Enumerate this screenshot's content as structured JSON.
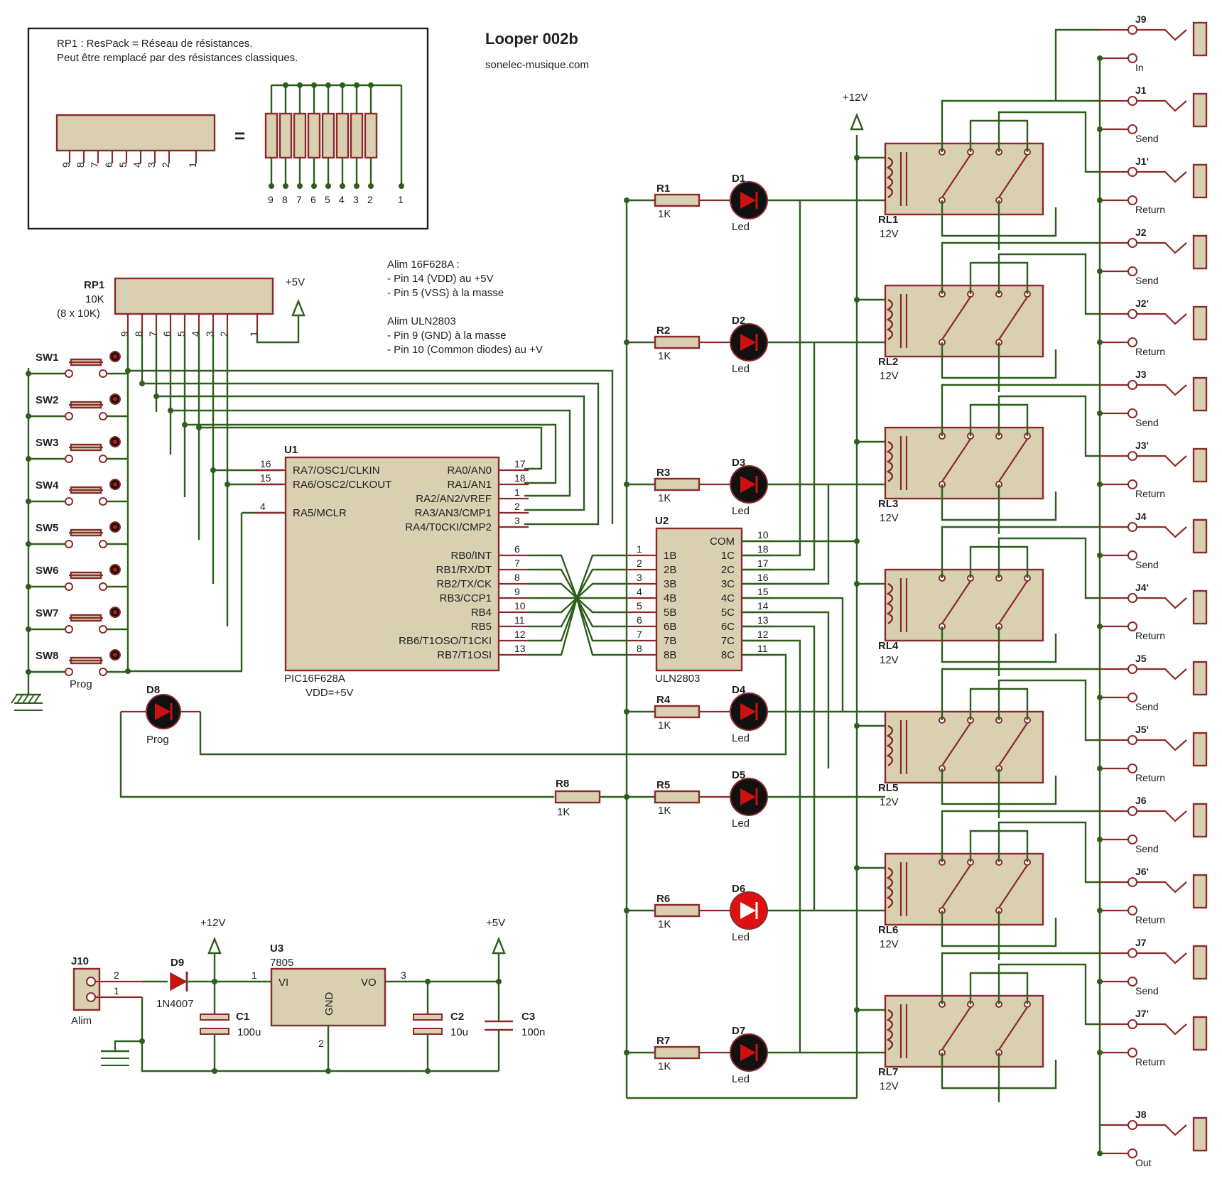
{
  "title": "Looper 002b",
  "website": "sonelec-musique.com",
  "legend": {
    "line1": "RP1 : ResPack = Réseau de résistances.",
    "line2": "Peut être remplacé par des résistances classiques.",
    "pins": [
      "9",
      "8",
      "7",
      "6",
      "5",
      "4",
      "3",
      "2",
      "1"
    ],
    "equals": "="
  },
  "notes": {
    "alim_pic": "Alim 16F628A :",
    "pic_vdd": "- Pin 14 (VDD) au +5V",
    "pic_vss": "- Pin 5 (VSS) à la masse",
    "alim_uln": "Alim ULN2803",
    "uln_gnd": "- Pin 9 (GND) à la masse",
    "uln_com": "- Pin 10 (Common diodes) au +V"
  },
  "rp1": {
    "ref": "RP1",
    "value": "10K",
    "detail": "(8 x 10K)",
    "supply": "+5V"
  },
  "switches": [
    "SW1",
    "SW2",
    "SW3",
    "SW4",
    "SW5",
    "SW6",
    "SW7",
    "SW8"
  ],
  "sw8_label": "Prog",
  "u1": {
    "ref": "U1",
    "part": "PIC16F628A",
    "vdd": "VDD=+5V",
    "left_pins": [
      {
        "num": "16",
        "name": "RA7/OSC1/CLKIN"
      },
      {
        "num": "15",
        "name": "RA6/OSC2/CLKOUT"
      },
      {
        "num": "4",
        "name": "RA5/MCLR"
      }
    ],
    "right_pins": [
      {
        "num": "17",
        "name": "RA0/AN0"
      },
      {
        "num": "18",
        "name": "RA1/AN1"
      },
      {
        "num": "1",
        "name": "RA2/AN2/VREF"
      },
      {
        "num": "2",
        "name": "RA3/AN3/CMP1"
      },
      {
        "num": "3",
        "name": "RA4/T0CKI/CMP2"
      },
      {
        "num": "6",
        "name": "RB0/INT"
      },
      {
        "num": "7",
        "name": "RB1/RX/DT"
      },
      {
        "num": "8",
        "name": "RB2/TX/CK"
      },
      {
        "num": "9",
        "name": "RB3/CCP1"
      },
      {
        "num": "10",
        "name": "RB4"
      },
      {
        "num": "11",
        "name": "RB5"
      },
      {
        "num": "12",
        "name": "RB6/T1OSO/T1CKI"
      },
      {
        "num": "13",
        "name": "RB7/T1OSI"
      }
    ]
  },
  "u2": {
    "ref": "U2",
    "part": "ULN2803",
    "left_pins": [
      {
        "num": "1",
        "name": "1B"
      },
      {
        "num": "2",
        "name": "2B"
      },
      {
        "num": "3",
        "name": "3B"
      },
      {
        "num": "4",
        "name": "4B"
      },
      {
        "num": "5",
        "name": "5B"
      },
      {
        "num": "6",
        "name": "6B"
      },
      {
        "num": "7",
        "name": "7B"
      },
      {
        "num": "8",
        "name": "8B"
      }
    ],
    "right_pins": [
      {
        "num": "10",
        "name": "COM"
      },
      {
        "num": "18",
        "name": "1C"
      },
      {
        "num": "17",
        "name": "2C"
      },
      {
        "num": "16",
        "name": "3C"
      },
      {
        "num": "15",
        "name": "4C"
      },
      {
        "num": "14",
        "name": "5C"
      },
      {
        "num": "13",
        "name": "6C"
      },
      {
        "num": "12",
        "name": "7C"
      },
      {
        "num": "11",
        "name": "8C"
      }
    ]
  },
  "resistors": [
    {
      "ref": "R1",
      "value": "1K"
    },
    {
      "ref": "R2",
      "value": "1K"
    },
    {
      "ref": "R3",
      "value": "1K"
    },
    {
      "ref": "R4",
      "value": "1K"
    },
    {
      "ref": "R5",
      "value": "1K"
    },
    {
      "ref": "R6",
      "value": "1K"
    },
    {
      "ref": "R7",
      "value": "1K"
    },
    {
      "ref": "R8",
      "value": "1K"
    }
  ],
  "leds": [
    {
      "ref": "D1",
      "value": "Led"
    },
    {
      "ref": "D2",
      "value": "Led"
    },
    {
      "ref": "D3",
      "value": "Led"
    },
    {
      "ref": "D4",
      "value": "Led"
    },
    {
      "ref": "D5",
      "value": "Led"
    },
    {
      "ref": "D6",
      "value": "Led"
    },
    {
      "ref": "D7",
      "value": "Led"
    }
  ],
  "d8": {
    "ref": "D8",
    "value": "Prog"
  },
  "relays": [
    {
      "ref": "RL1",
      "value": "12V"
    },
    {
      "ref": "RL2",
      "value": "12V"
    },
    {
      "ref": "RL3",
      "value": "12V"
    },
    {
      "ref": "RL4",
      "value": "12V"
    },
    {
      "ref": "RL5",
      "value": "12V"
    },
    {
      "ref": "RL6",
      "value": "12V"
    },
    {
      "ref": "RL7",
      "value": "12V"
    }
  ],
  "relay_supply": "+12V",
  "jacks": [
    {
      "ref": "J9",
      "label": "In"
    },
    {
      "ref": "J1",
      "label": "Send"
    },
    {
      "ref": "J1'",
      "label": "Return"
    },
    {
      "ref": "J2",
      "label": "Send"
    },
    {
      "ref": "J2'",
      "label": "Return"
    },
    {
      "ref": "J3",
      "label": "Send"
    },
    {
      "ref": "J3'",
      "label": "Return"
    },
    {
      "ref": "J4",
      "label": "Send"
    },
    {
      "ref": "J4'",
      "label": "Return"
    },
    {
      "ref": "J5",
      "label": "Send"
    },
    {
      "ref": "J5'",
      "label": "Return"
    },
    {
      "ref": "J6",
      "label": "Send"
    },
    {
      "ref": "J6'",
      "label": "Return"
    },
    {
      "ref": "J7",
      "label": "Send"
    },
    {
      "ref": "J7'",
      "label": "Return"
    },
    {
      "ref": "J8",
      "label": "Out"
    }
  ],
  "power": {
    "j10": {
      "ref": "J10",
      "label": "Alim",
      "pin2": "2",
      "pin1": "1"
    },
    "d9": {
      "ref": "D9",
      "value": "1N4007"
    },
    "u3": {
      "ref": "U3",
      "value": "7805",
      "vi": "VI",
      "vo": "VO",
      "gnd": "GND",
      "p1": "1",
      "p2": "2",
      "p3": "3"
    },
    "c1": {
      "ref": "C1",
      "value": "100u"
    },
    "c2": {
      "ref": "C2",
      "value": "10u"
    },
    "c3": {
      "ref": "C3",
      "value": "100n"
    },
    "v12": "+12V",
    "v5": "+5V"
  },
  "colors": {
    "wire": "#2e5e1e",
    "outline": "#8b2a2a",
    "body": "#d8d0b0",
    "led": "#cc1111"
  }
}
